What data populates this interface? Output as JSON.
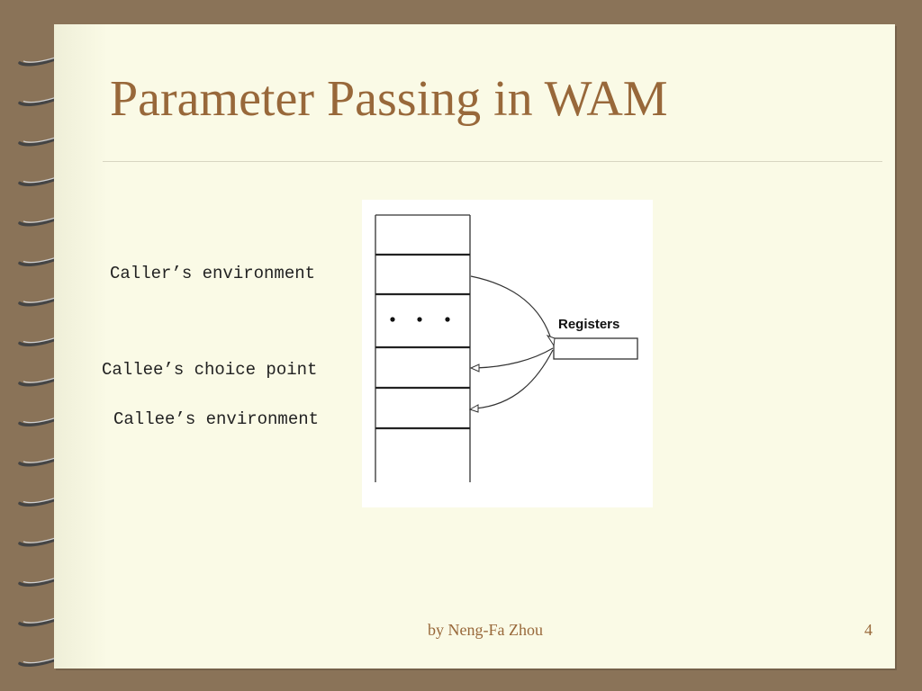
{
  "slide": {
    "title": "Parameter Passing in WAM",
    "footer_author": "by Neng-Fa Zhou",
    "page_number": "4"
  },
  "diagram": {
    "registers_label": "Registers",
    "dots": "• • •",
    "labels": {
      "caller_environment": "Caller’s environment",
      "callee_choice_point": "Callee’s choice point",
      "callee_environment": "Callee’s environment"
    }
  },
  "colors": {
    "background": "#8a7358",
    "page": "#fafae6",
    "title": "#98683a",
    "text": "#222222"
  }
}
